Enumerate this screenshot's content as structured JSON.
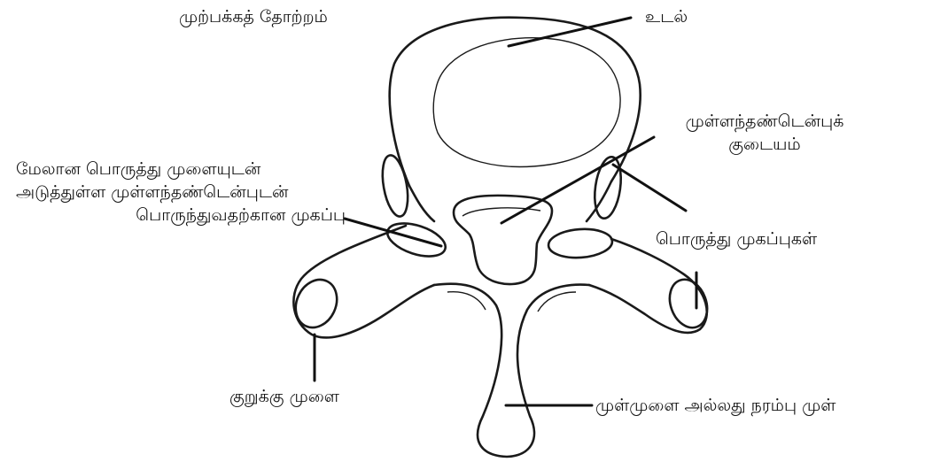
{
  "title": "முற்பக்கத் தோற்றம்",
  "labels": {
    "body": "உடல்",
    "canal_line1": "முள்ளந்தண்டென்புக்",
    "canal_line2": "குடையம்",
    "facet_left_line1": "மேலான பொருத்து முளையுடன்",
    "facet_left_line2": "அடுத்துள்ள முள்ளந்தண்டென்புடன்",
    "facet_left_line3": "பொருந்துவதற்கான முகப்பு",
    "facets_right": "பொருத்து முகப்புகள்",
    "transverse": "குறுக்கு முளை",
    "spinous": "முள்முளை அல்லது நரம்பு முள்"
  }
}
